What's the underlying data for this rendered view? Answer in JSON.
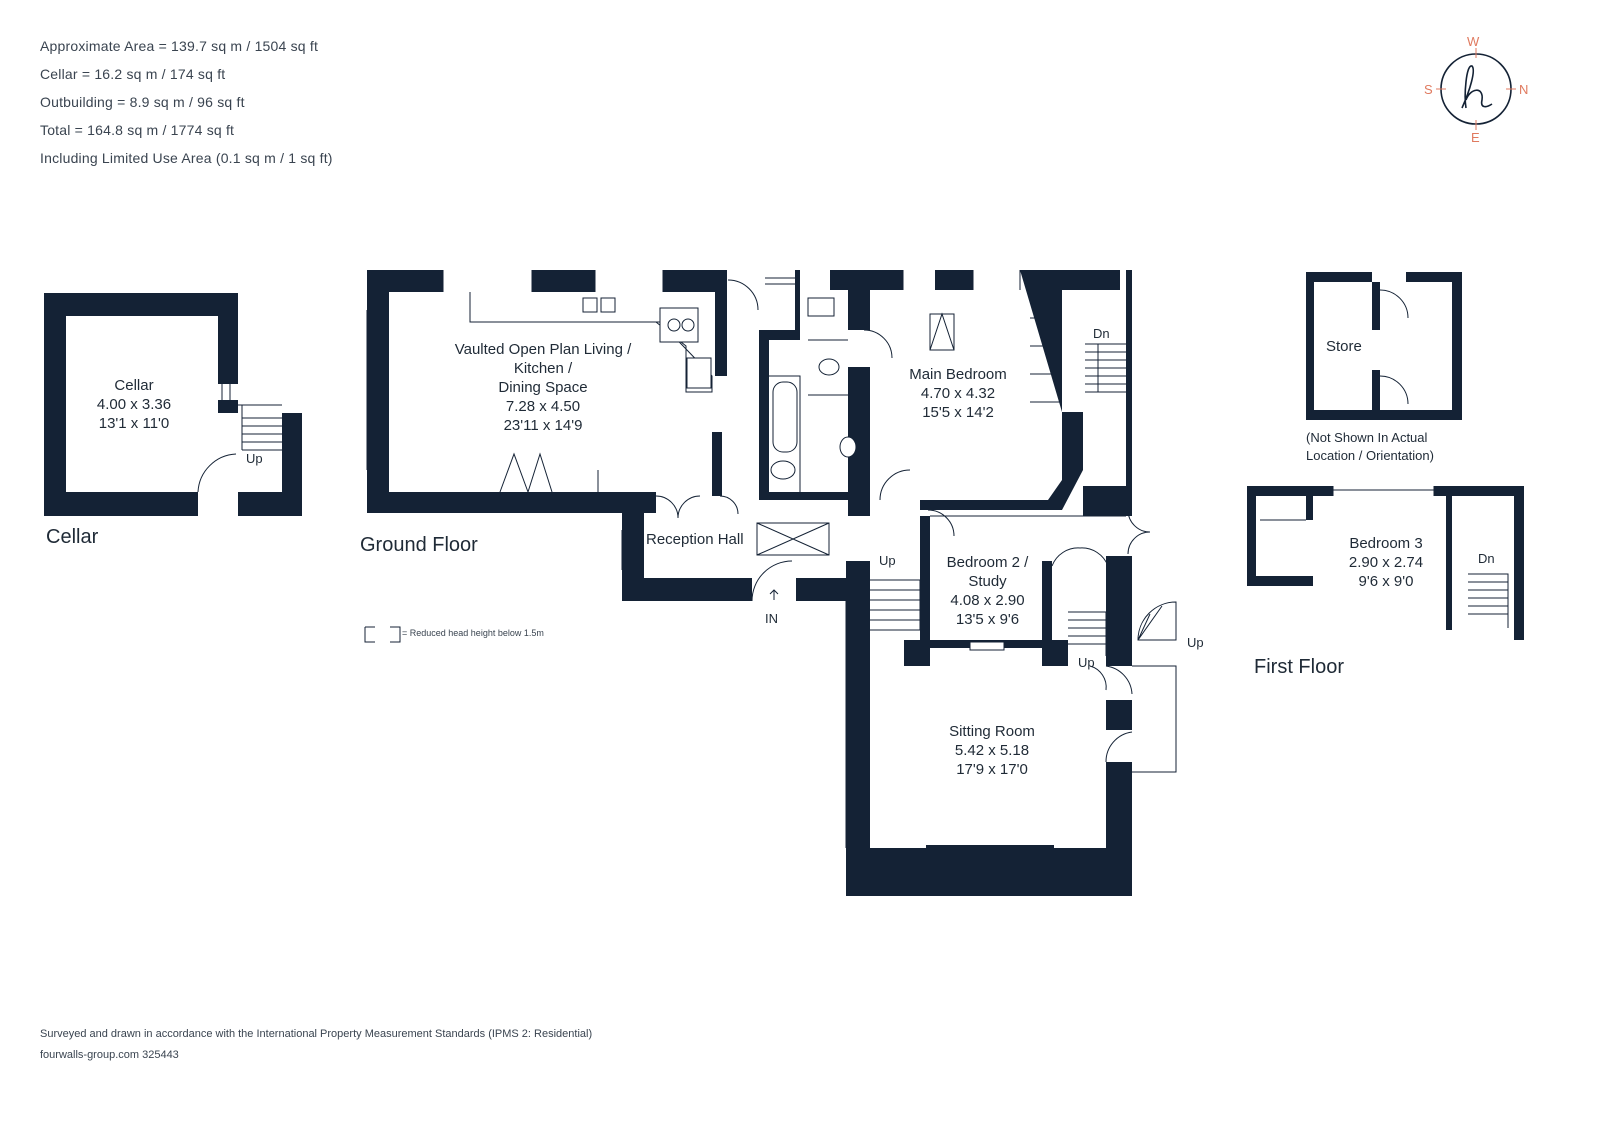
{
  "areas": {
    "approximate": "Approximate Area = 139.7 sq m / 1504 sq ft",
    "cellar": "Cellar = 16.2 sq m / 174 sq ft",
    "outbuilding": "Outbuilding = 8.9 sq m / 96 sq ft",
    "total": "Total = 164.8 sq m / 1774 sq ft",
    "limited": "Including Limited Use Area (0.1 sq m / 1 sq ft)"
  },
  "compass": {
    "w": "W",
    "n": "N",
    "s": "S",
    "e": "E",
    "logo": "h",
    "accent": "#e07a5f"
  },
  "floors": {
    "cellar": "Cellar",
    "ground": "Ground Floor",
    "first": "First Floor"
  },
  "rooms": {
    "cellar": {
      "name": "Cellar",
      "m": "4.00 x 3.36",
      "ft": "13'1 x 11'0"
    },
    "living": {
      "name1": "Vaulted Open Plan Living /",
      "name2": "Kitchen /",
      "name3": "Dining Space",
      "m": "7.28 x 4.50",
      "ft": "23'11 x 14'9"
    },
    "main_bedroom": {
      "name": "Main Bedroom",
      "m": "4.70 x 4.32",
      "ft": "15'5 x 14'2"
    },
    "reception": {
      "name": "Reception Hall"
    },
    "bedroom2": {
      "name1": "Bedroom 2 /",
      "name2": "Study",
      "m": "4.08 x 2.90",
      "ft": "13'5 x 9'6"
    },
    "sitting": {
      "name": "Sitting Room",
      "m": "5.42 x 5.18",
      "ft": "17'9 x 17'0"
    },
    "store": {
      "name": "Store"
    },
    "bedroom3": {
      "name": "Bedroom 3",
      "m": "2.90 x 2.74",
      "ft": "9'6 x 9'0"
    }
  },
  "store_note": {
    "line1": "(Not Shown In Actual",
    "line2": "Location / Orientation)"
  },
  "labels": {
    "up": "Up",
    "dn": "Dn",
    "in": "IN"
  },
  "legend": "= Reduced head height below 1.5m",
  "footer": {
    "line1": "Surveyed and drawn in accordance with the International Property Measurement Standards (IPMS 2: Residential)",
    "line2": "fourwalls-group.com 325443"
  },
  "colors": {
    "wall": "#142235",
    "text": "#1f2a36"
  }
}
